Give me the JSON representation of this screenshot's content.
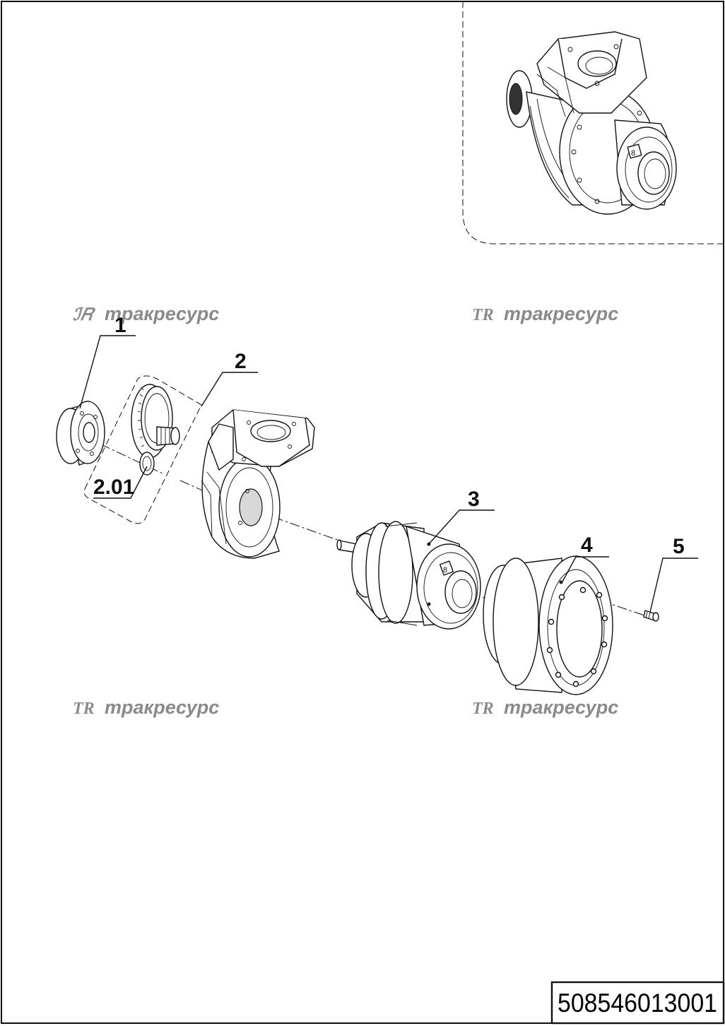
{
  "watermark": {
    "logo": "TR",
    "text": "тракресурс"
  },
  "callouts": {
    "c1": "1",
    "c2": "2",
    "c201": "2.01",
    "c3": "3",
    "c4": "4",
    "c5": "5"
  },
  "document_number": "508546013001",
  "inset": {
    "small_label": "8"
  },
  "part3": {
    "small_label": "8"
  }
}
